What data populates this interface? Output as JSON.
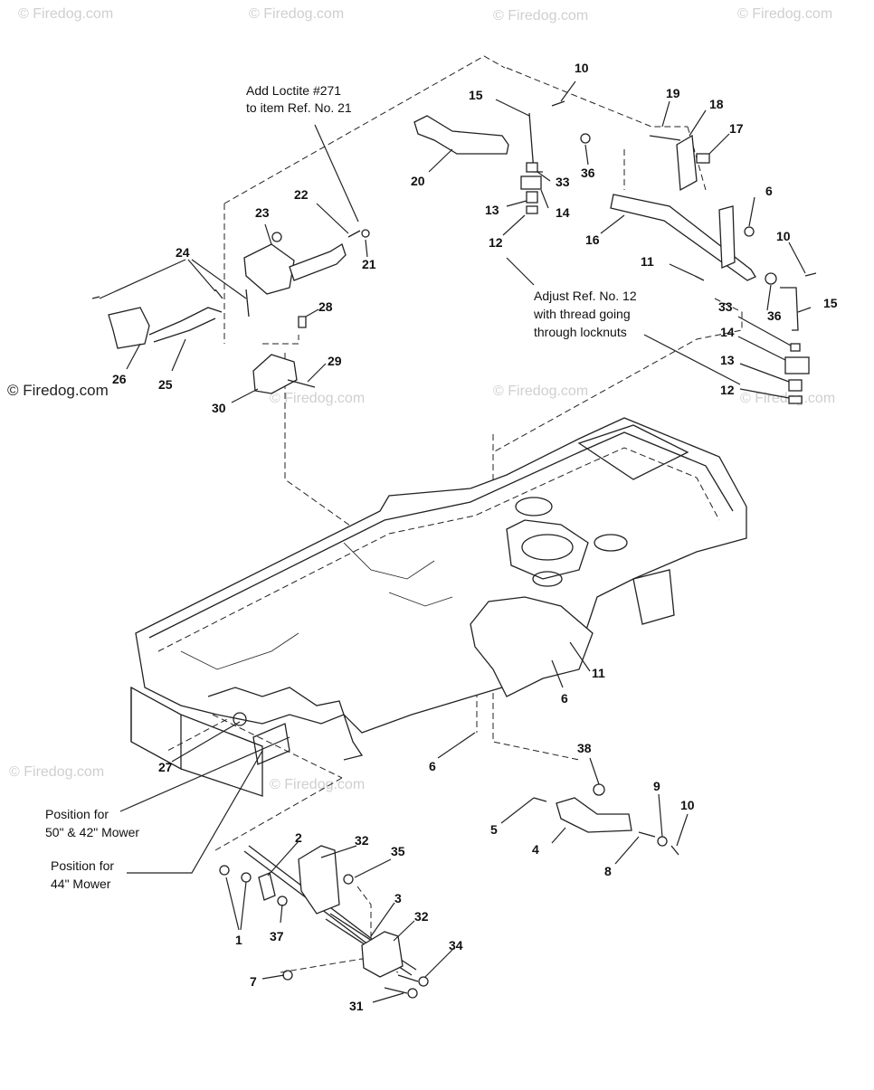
{
  "watermarks": [
    "© Firedog.com",
    "© Firedog.com",
    "© Firedog.com",
    "© Firedog.com",
    "© Firedog.com",
    "© Firedog.com",
    "© Firedog.com",
    "© Firedog.com",
    "© Firedog.com"
  ],
  "brand": "© Firedog.com",
  "notes": {
    "loctite": [
      "Add Loctite #271",
      "to item Ref. No. 21"
    ],
    "adjust": [
      "Adjust Ref. No. 12",
      "with thread going",
      "through locknuts"
    ],
    "pos50": [
      "Position for",
      "50\" & 42\" Mower"
    ],
    "pos44": [
      "Position for",
      "44\" Mower"
    ]
  },
  "callouts": [
    "10",
    "15",
    "19",
    "18",
    "17",
    "20",
    "33",
    "36",
    "13",
    "14",
    "12",
    "6",
    "16",
    "10",
    "11",
    "15",
    "33",
    "36",
    "14",
    "13",
    "12",
    "22",
    "23",
    "21",
    "24",
    "28",
    "26",
    "25",
    "29",
    "30",
    "11",
    "6",
    "27",
    "6",
    "38",
    "9",
    "10",
    "5",
    "4",
    "8",
    "2",
    "32",
    "35",
    "3",
    "32",
    "1",
    "37",
    "34",
    "7",
    "31"
  ]
}
